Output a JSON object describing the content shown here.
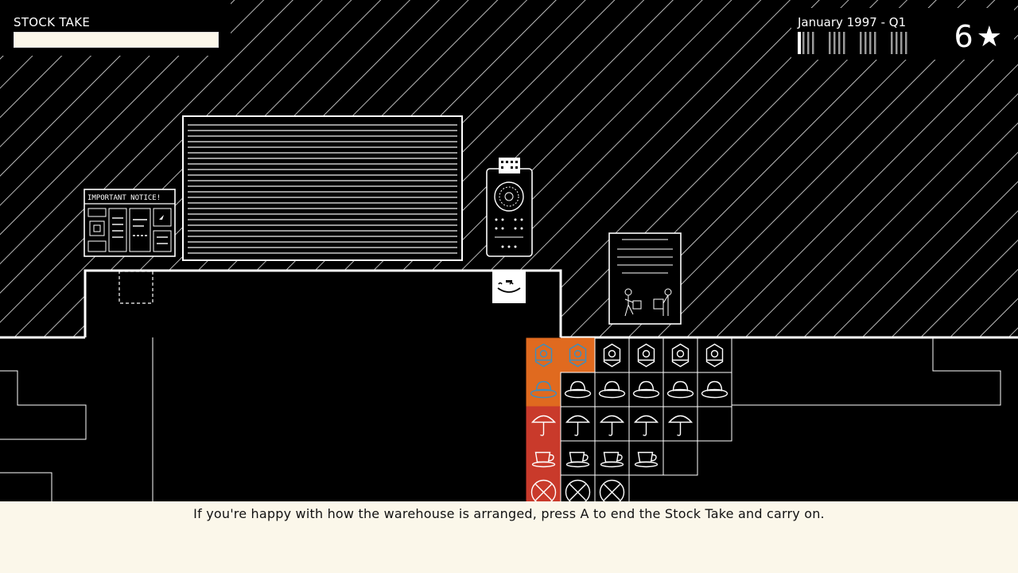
{
  "hud": {
    "mode_title": "STOCK TAKE",
    "progress": 1.0,
    "date": "January 1997 - Q1",
    "quarter_marks": {
      "total": 4,
      "current": 1,
      "ticks_per_mark": 4
    },
    "star_count": "6",
    "star_icon": "star-icon"
  },
  "scene": {
    "notice_board_title": "IMPORTANT NOTICE!"
  },
  "stock_grid": {
    "rows": [
      {
        "item": "lantern-icon",
        "color": "#e06a1f",
        "icon_color": "#3a8ec0",
        "highlighted": 2,
        "count": 6
      },
      {
        "item": "bowler-hat-icon",
        "color": "#e06a1f",
        "icon_color": "#3a8ec0",
        "highlighted": 1,
        "count": 6
      },
      {
        "item": "umbrella-icon",
        "color": "#c93a2b",
        "icon_color": "#ffffff",
        "highlighted": 1,
        "count": 5
      },
      {
        "item": "teacup-icon",
        "color": "#c93a2b",
        "icon_color": "#ffffff",
        "highlighted": 1,
        "count": 4
      },
      {
        "item": "cancel-icon",
        "color": "#c93a2b",
        "icon_color": "#ffffff",
        "highlighted": 1,
        "count": 3
      }
    ],
    "empty_slots_per_row": [
      0,
      0,
      1,
      1,
      0
    ]
  },
  "caption": {
    "text": "If you're happy with how the warehouse is arranged, press A to end the Stock Take and carry on."
  },
  "colors": {
    "background": "#000000",
    "line": "#ffffff",
    "paper": "#fbf7ea",
    "orange": "#e06a1f",
    "red": "#c93a2b",
    "blue": "#3a8ec0"
  }
}
